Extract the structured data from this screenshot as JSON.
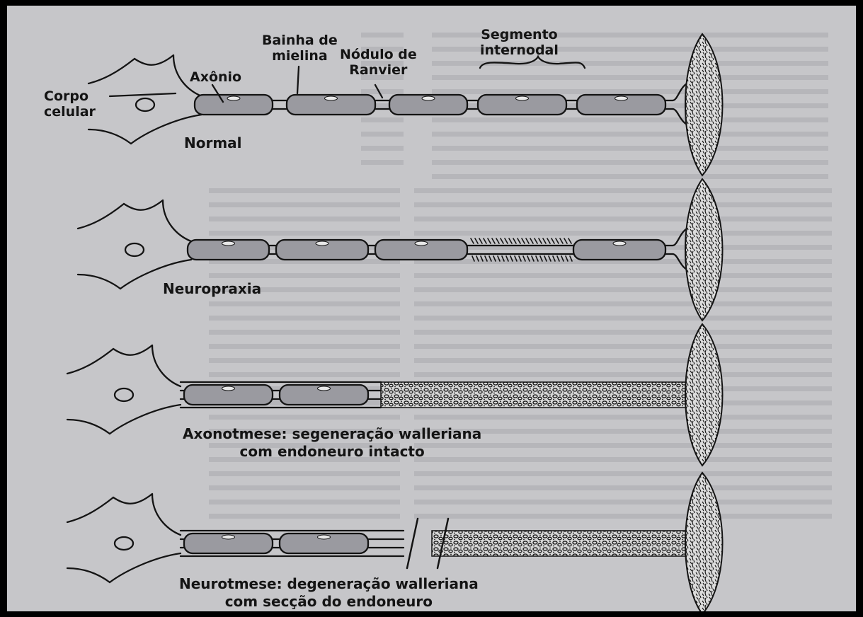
{
  "labels": {
    "corpo_celular": [
      "Corpo",
      "celular"
    ],
    "axonio": "Axônio",
    "bainha_de_mielina": [
      "Bainha de",
      "mielina"
    ],
    "nodulo_de_ranvier": [
      "Nódulo de",
      "Ranvier"
    ],
    "segmento_internodal": [
      "Segmento",
      "internodal"
    ]
  },
  "states": [
    {
      "id": "normal",
      "caption": [
        "Normal"
      ]
    },
    {
      "id": "neuropraxia",
      "caption": [
        "Neuropraxia"
      ]
    },
    {
      "id": "axonotmese",
      "caption": [
        "Axonotmese: segeneração walleriana",
        "com endoneuro intacto"
      ]
    },
    {
      "id": "neurotmese",
      "caption": [
        "Neurotmese: degeneração walleriana",
        "com secção do endoneuro"
      ]
    }
  ],
  "colors": {
    "background": "#c6c6c9",
    "ink": "#141414",
    "myelin": "#9a9aa0",
    "border": "#000000"
  }
}
